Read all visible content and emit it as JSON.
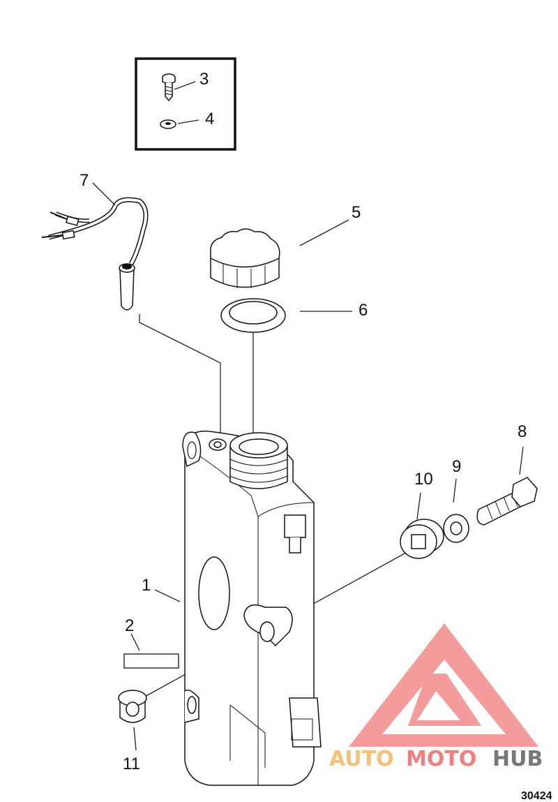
{
  "callouts": {
    "c1": "1",
    "c2": "2",
    "c3": "3",
    "c4": "4",
    "c5": "5",
    "c6": "6",
    "c7": "7",
    "c8": "8",
    "c9": "9",
    "c10": "10",
    "c11": "11"
  },
  "figure_number": "30424",
  "watermark": {
    "part1": "AUTO",
    "part2": "MOTO",
    "part3": "HUB",
    "colors": {
      "logo": "#f08080",
      "auto": "#f5c07a",
      "moto": "#f08080",
      "hub": "#777777"
    }
  }
}
